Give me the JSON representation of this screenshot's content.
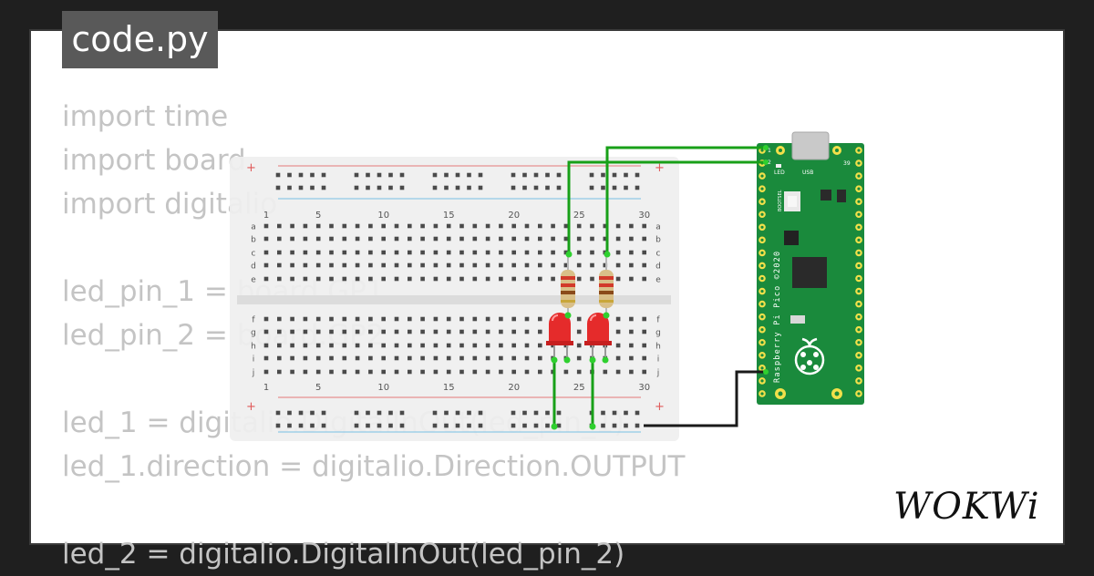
{
  "editor": {
    "filename": "code.py",
    "code_lines": [
      "import time",
      "import board",
      "import digitalio",
      "",
      "led_pin_1 = board.GP1",
      "led_pin_2 = board.GP2",
      "",
      "led_1 = digitalio.DigitalInOut(led_pin_1)",
      "led_1.direction = digitalio.Direction.OUTPUT",
      "",
      "led_2 = digitalio.DigitalInOut(led_pin_2)"
    ]
  },
  "breadboard": {
    "column_labels": [
      "1",
      "5",
      "10",
      "15",
      "20",
      "25",
      "30"
    ],
    "top_row_letters": [
      "a",
      "b",
      "c",
      "d",
      "e"
    ],
    "bottom_row_letters": [
      "f",
      "g",
      "h",
      "i",
      "j"
    ],
    "plus_sign": "+"
  },
  "pico": {
    "board_name": "Raspberry Pi Pico ©2020",
    "usb_label": "USB",
    "led_label": "LED",
    "bootsel_label": "BOOTSEL",
    "pin_numbers": [
      "1",
      "2",
      "39"
    ]
  },
  "components": {
    "led_color": "red",
    "wire_color_signal": "green",
    "wire_color_ground": "black"
  },
  "brand": {
    "logo_text": "WOKWi"
  },
  "colors": {
    "background": "#1f1f1f",
    "card": "#ffffff",
    "tab": "#595959",
    "code_text": "#c4c4c4",
    "breadboard": "#eeeeee",
    "pico_green": "#1a8a3c",
    "led_red": "#e52b2b",
    "wire_green": "#18a018"
  }
}
